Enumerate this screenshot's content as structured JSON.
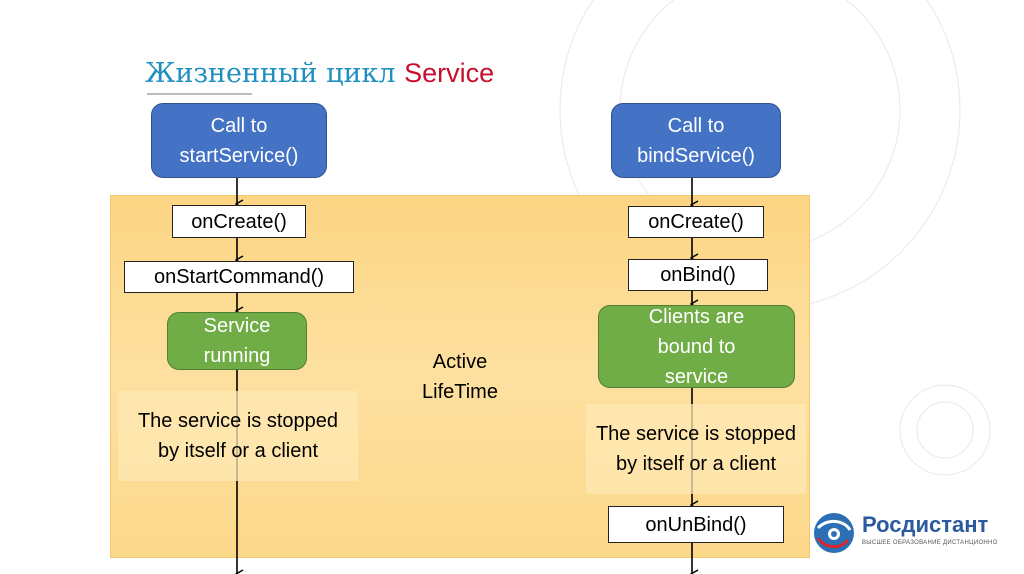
{
  "title": {
    "prefix": "Жизненный цикл",
    "accent": "Service"
  },
  "left_flow": {
    "start": "Call to startService()",
    "on_create": "onCreate()",
    "on_start_command": "onStartCommand()",
    "running": "Service running",
    "stopped": "The service is stopped by itself or a client"
  },
  "right_flow": {
    "start": "Call to bindService()",
    "on_create": "onCreate()",
    "on_bind": "onBind()",
    "bound": "Clients are bound to service",
    "stopped": "The service is stopped by itself or a client",
    "on_unbind": "onUnBind()"
  },
  "zone_label": "Active LifeTime",
  "logo": {
    "name": "Росдистант",
    "tagline": "ВЫСШЕЕ ОБРАЗОВАНИЕ ДИСТАНЦИОННО"
  },
  "colors": {
    "start_box": "#4472c4",
    "state_box": "#70ad47",
    "zone": "#fcd88a",
    "title": "#1f8fbf",
    "title_accent": "#c8102e"
  }
}
